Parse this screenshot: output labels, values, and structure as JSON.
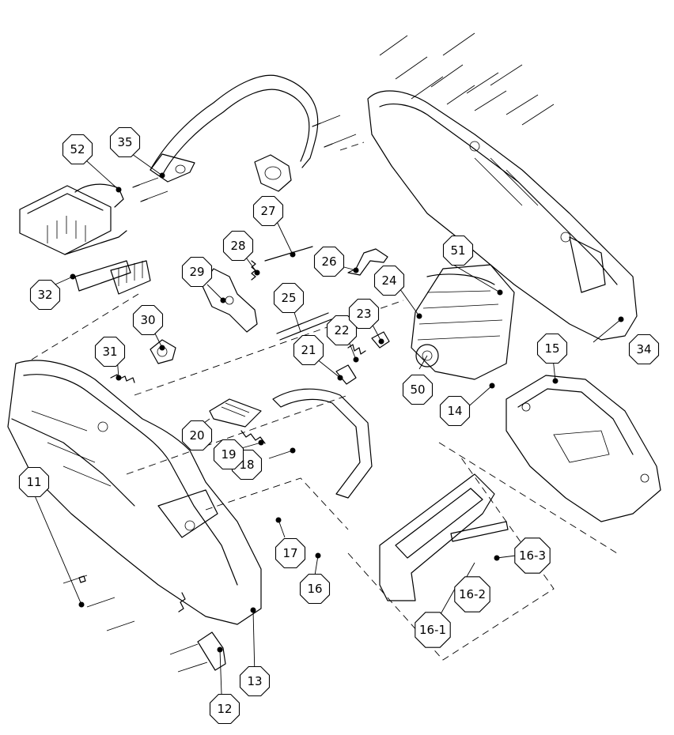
{
  "callouts": [
    {
      "id": "c11",
      "label": "11"
    },
    {
      "id": "c12",
      "label": "12"
    },
    {
      "id": "c13",
      "label": "13"
    },
    {
      "id": "c14",
      "label": "14"
    },
    {
      "id": "c15",
      "label": "15"
    },
    {
      "id": "c16",
      "label": "16"
    },
    {
      "id": "c16-1",
      "label": "16-1"
    },
    {
      "id": "c16-2",
      "label": "16-2"
    },
    {
      "id": "c16-3",
      "label": "16-3"
    },
    {
      "id": "c17",
      "label": "17"
    },
    {
      "id": "c18",
      "label": "18"
    },
    {
      "id": "c19",
      "label": "19"
    },
    {
      "id": "c20",
      "label": "20"
    },
    {
      "id": "c21",
      "label": "21"
    },
    {
      "id": "c22",
      "label": "22"
    },
    {
      "id": "c23",
      "label": "23"
    },
    {
      "id": "c24",
      "label": "24"
    },
    {
      "id": "c25",
      "label": "25"
    },
    {
      "id": "c26",
      "label": "26"
    },
    {
      "id": "c27",
      "label": "27"
    },
    {
      "id": "c28",
      "label": "28"
    },
    {
      "id": "c29",
      "label": "29"
    },
    {
      "id": "c30",
      "label": "30"
    },
    {
      "id": "c31",
      "label": "31"
    },
    {
      "id": "c32",
      "label": "32"
    },
    {
      "id": "c34",
      "label": "34"
    },
    {
      "id": "c35",
      "label": "35"
    },
    {
      "id": "c50",
      "label": "50"
    },
    {
      "id": "c51",
      "label": "51"
    },
    {
      "id": "c52",
      "label": "52"
    }
  ]
}
